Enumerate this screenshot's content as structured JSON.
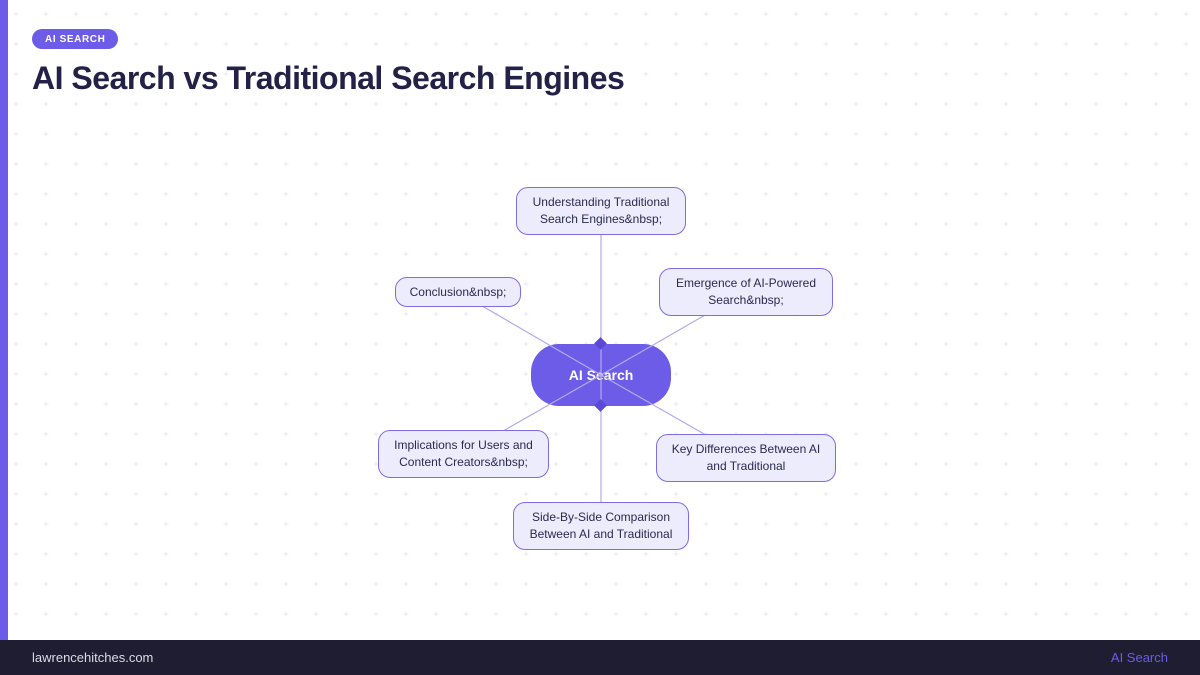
{
  "badge": {
    "label": "AI SEARCH"
  },
  "header": {
    "title": "AI Search vs Traditional Search Engines"
  },
  "mindmap": {
    "center": {
      "label": "AI Search"
    },
    "nodes": [
      {
        "id": "understanding-traditional",
        "label": "Understanding Traditional Search Engines&nbsp;"
      },
      {
        "id": "emergence-ai-powered",
        "label": "Emergence of AI-Powered Search&nbsp;"
      },
      {
        "id": "conclusion",
        "label": "Conclusion&nbsp;"
      },
      {
        "id": "implications-users-creators",
        "label": "Implications for Users and Content Creators&nbsp;"
      },
      {
        "id": "key-differences",
        "label": "Key Differences Between AI and Traditional"
      },
      {
        "id": "side-by-side-comparison",
        "label": "Side-By-Side Comparison Between AI and Traditional"
      }
    ]
  },
  "footer": {
    "site": "lawrencehitches.com",
    "brand": "AI Search"
  },
  "colors": {
    "accent": "#6c5ce7",
    "node_fill": "#edecfc",
    "node_border": "#7d6ce8",
    "edge_line": "#b3a9ef",
    "diamond": "#5a48d6",
    "title_text": "#232148",
    "footer_bg": "#1e1d31",
    "grid_plus": "#e9e9f0"
  }
}
